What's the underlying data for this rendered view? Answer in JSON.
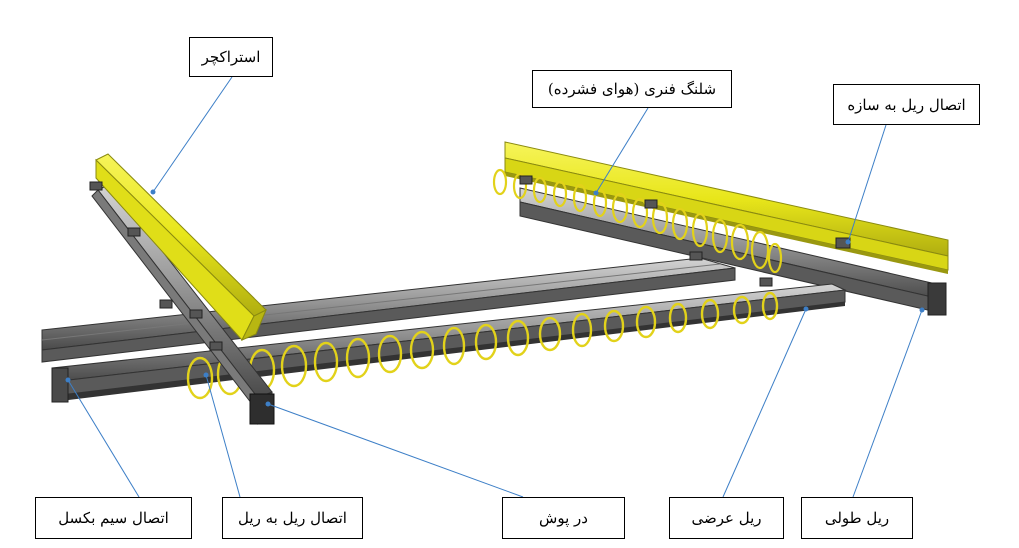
{
  "labels": {
    "structure": "استراکچر",
    "spring_hose": "شلنگ فنری (هوای فشرده)",
    "rail_to_structure": "اتصال ریل به سازه",
    "cable_connection": "اتصال سیم بکسل",
    "rail_to_rail": "اتصال ریل به ریل",
    "end_cap": "در پوش",
    "cross_rail": "ریل عرضی",
    "longitudinal_rail": "ریل طولی"
  },
  "colors": {
    "structure_beam": "#e8e61a",
    "beam_edge": "#8a8a10",
    "rail_top": "#b8b8b8",
    "rail_side": "#6e6e6e",
    "rail_dark": "#3a3a3a",
    "spring": "#e2d21a",
    "leader_line": "#3d7fc7"
  }
}
